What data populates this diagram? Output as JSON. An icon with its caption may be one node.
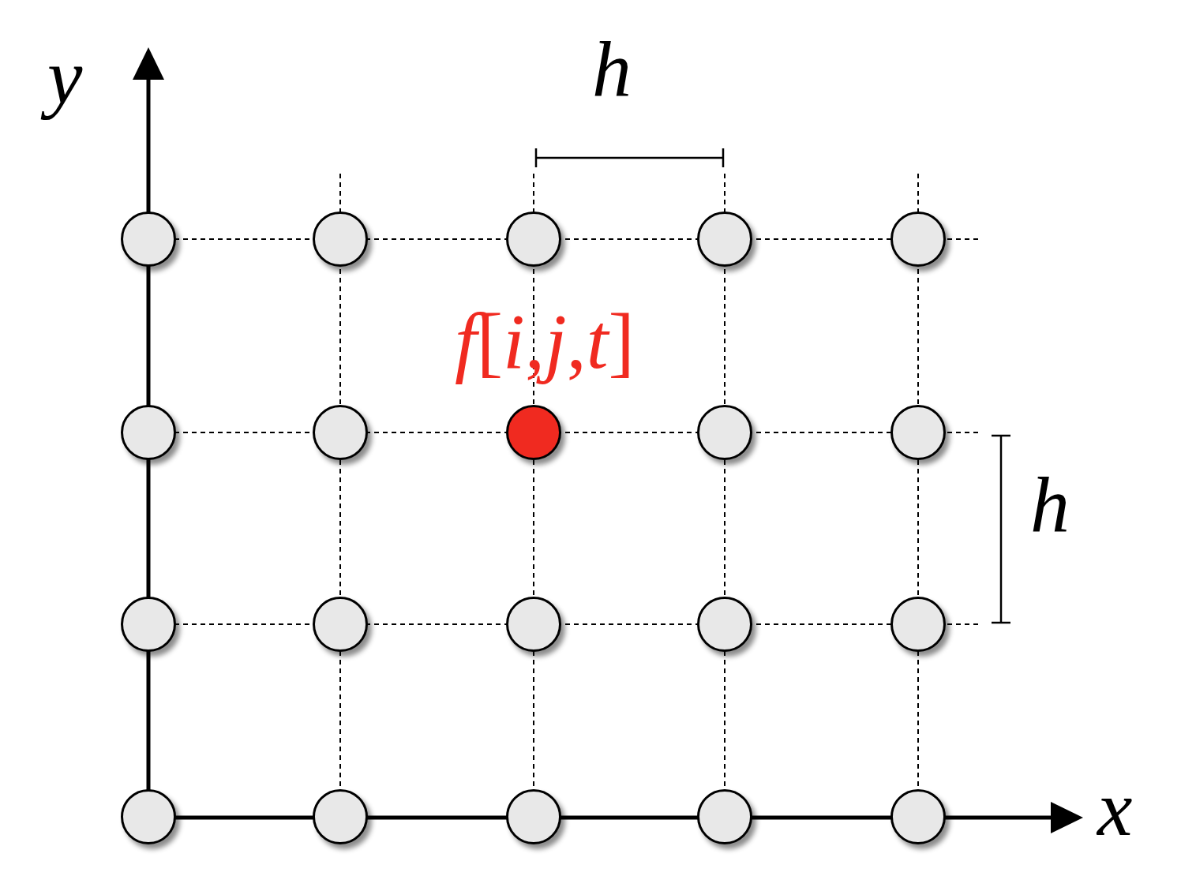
{
  "diagram": {
    "nodes": [
      {
        "text": [],
        "shape": "circle"
      },
      {
        "text": [],
        "shape": "circle"
      },
      {
        "text": [],
        "shape": "circle"
      },
      {
        "text": [],
        "shape": "circle"
      },
      {
        "text": [],
        "shape": "circle"
      },
      {
        "text": [],
        "shape": "circle"
      },
      {
        "text": [],
        "shape": "circle"
      },
      {
        "text": [],
        "shape": "circle",
        "beside": [
          "*f*[*i*,*j*,*t*]"
        ]
      },
      {
        "text": [],
        "shape": "circle"
      },
      {
        "text": [],
        "shape": "circle"
      },
      {
        "text": [],
        "shape": "circle"
      },
      {
        "text": [],
        "shape": "circle"
      },
      {
        "text": [],
        "shape": "circle"
      },
      {
        "text": [],
        "shape": "circle"
      },
      {
        "text": [],
        "shape": "circle"
      },
      {
        "text": [],
        "shape": "circle"
      },
      {
        "text": [],
        "shape": "circle"
      },
      {
        "text": [],
        "shape": "circle"
      },
      {
        "text": [],
        "shape": "circle"
      },
      {
        "text": [],
        "shape": "circle"
      }
    ],
    "edges": [],
    "labels": [
      "y",
      "h",
      "h",
      "x"
    ]
  }
}
